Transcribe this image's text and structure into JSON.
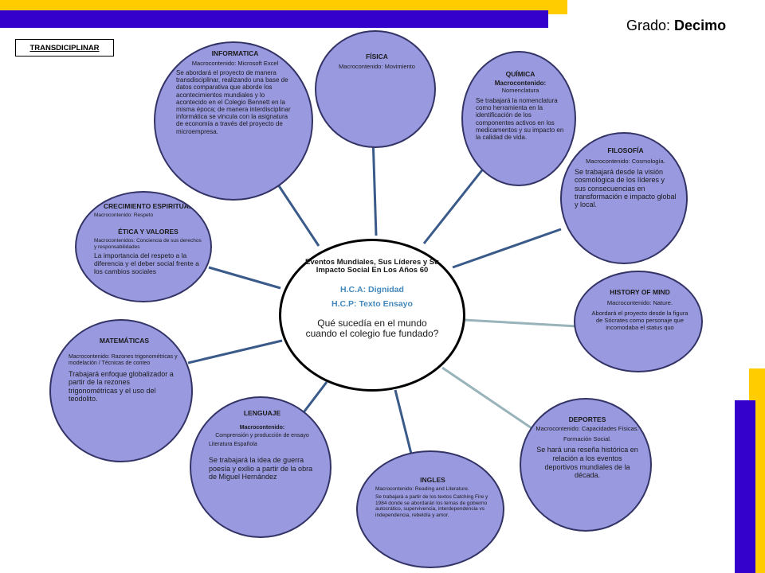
{
  "header": {
    "grade_label": "Grado:",
    "grade_value": "Decimo",
    "badge": "TRANSDICIPLINAR"
  },
  "colors": {
    "bubble_fill": "#9999e0",
    "bar_blue": "#3300cc",
    "bar_yellow": "#ffcc00",
    "connector": "#3a5a8a",
    "hc_text": "#4488bb"
  },
  "center": {
    "title": "Eventos Mundiales, Sus Líderes y Su Impacto Social En Los Años 60",
    "hca": "H.C.A: Dignidad",
    "hcp": "H.C.P: Texto Ensayo",
    "question": "Qué sucedía en el mundo cuando el colegio fue fundado?"
  },
  "nodes": {
    "informatica": {
      "title": "INFORMATICA",
      "macro": "Macrocontenido: Microsoft Excel",
      "desc": "Se abordará el proyecto de manera transdisciplinar, realizando una base de datos comparativa que aborde los acontecimientos mundiales y lo acontecido en el Colegio Bennett en la misma época; de manera interdisciplinar informática se vincula con la asignatura de economía a través del proyecto de microempresa."
    },
    "fisica": {
      "title": "FÍSICA",
      "macro": "Macrocontenido: Movimiento"
    },
    "quimica": {
      "title": "QUÍMICA",
      "macro_label": "Macrocontenido:",
      "macro": "Nomenclatura",
      "desc": "Se trabajará la nomenclatura como herramienta en la identificación de los componentes activos en los medicamentos y su impacto en la calidad de vida."
    },
    "filosofia": {
      "title": "FILOSOFÍA",
      "macro": "Macrocontenido: Cosmología.",
      "desc": "Se trabajará desde la visión cosmológica de los líderes y sus consecuencias en transformación e impacto global y local."
    },
    "history": {
      "title": "HISTORY OF MIND",
      "macro": "Macrocontenido: Nature.",
      "desc": "Abordará el proyecto desde la figura de Sócrates como personaje que incomodaba el status quo"
    },
    "deportes": {
      "title": "DEPORTES",
      "macro": "Macrocontenido: Capacidades Físicas.",
      "macro2": "Formación Social.",
      "desc": "Se hará una reseña histórica en relación a los eventos deportivos mundiales de la década."
    },
    "ingles": {
      "title": "INGLES",
      "macro": "Macrocontenido: Reading and Literature.",
      "desc": "Se trabajará a partir de los textos Catching Fire y 1984 donde se abordarán los temas de gobierno autocrático, supervivencia, interdependencia vs independencia, rebeldía y amor."
    },
    "lenguaje": {
      "title": "LENGUAJE",
      "macro_label": "Macrocontenido:",
      "macro": "Comprensión y producción de ensayo",
      "macro2": "Literatura Española",
      "desc": "Se trabajará la idea de guerra poesía y exilio a partir de la obra de Miguel Hernández"
    },
    "matematicas": {
      "title": "MATEMÁTICAS",
      "macro": "Macrocontenido: Razones trigonométricas y modelación / Técnicas de conteo",
      "desc": "Trabajará enfoque globalizador a partir de la rezones trigonométricas y el uso del teodolito."
    },
    "crecimiento": {
      "title": "CRECIMIENTO ESPIRITUAL",
      "macro": "Macrocontenido: Respeto",
      "title2": "ÉTICA Y VALORES",
      "macro2": "Macrocontenidos: Conciencia de sus derechos y responsabilidades",
      "desc": "La importancia del respeto a la diferencia y el deber social frente a los cambios sociales"
    }
  }
}
